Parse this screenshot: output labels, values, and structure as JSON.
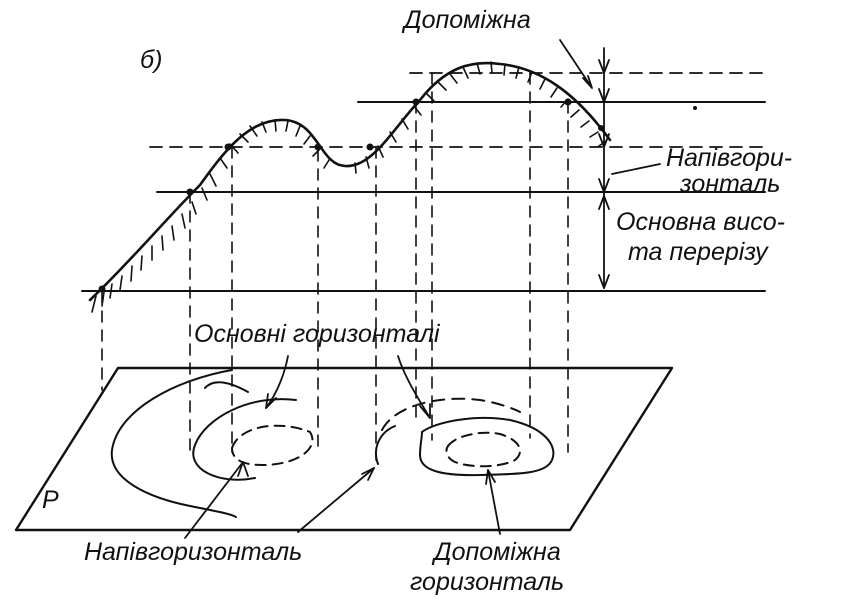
{
  "figure": {
    "panel_letter": "б)",
    "plane_letter": "P"
  },
  "labels": {
    "dopomizhna": "Допоміжна",
    "napivhor_line1": "Напівгори-",
    "napivhor_line2": "зонталь",
    "osnovna_line1": "Основна висо-",
    "osnovna_line2": "та перерізу",
    "osnovni_horyzontali": "Основні горизонталі",
    "napivhoryzontal": "Напівгоризонталь",
    "dopomizhna_bottom_line1": "Допоміжна",
    "dopomizhna_bottom_line2": "горизонталь"
  },
  "colors": {
    "ink": "#111111",
    "paper": "#ffffff"
  }
}
